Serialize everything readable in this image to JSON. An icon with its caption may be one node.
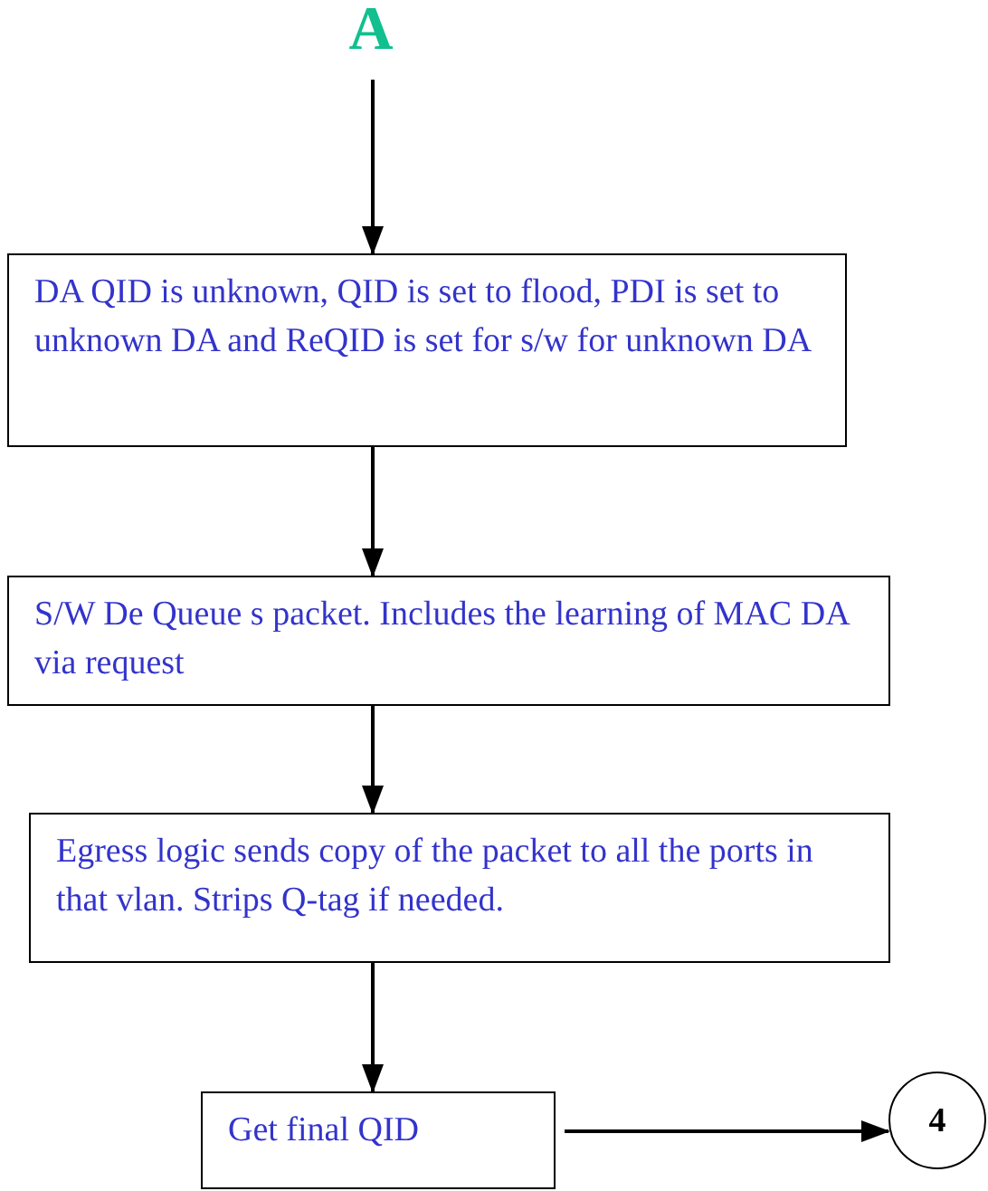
{
  "diagram": {
    "nodes": [
      {
        "text": [
          "A"
        ]
      },
      {
        "text": [
          "DA QID is unknown, QID is set to flood, PDI is set to unknown DA and ReQID is set for s/w for unknown DA"
        ]
      },
      {
        "text": [
          "S/W De Queue s packet. Includes the learning of MAC DA via request"
        ]
      },
      {
        "text": [
          "Egress logic sends copy of the packet to all the ports in that vlan. Strips Q-tag if needed."
        ]
      },
      {
        "text": [
          "Get final QID"
        ]
      },
      {
        "text": [
          "4"
        ]
      }
    ],
    "edges": [
      {
        "from": 0,
        "to": 1,
        "arrow": "to"
      },
      {
        "from": 1,
        "to": 2,
        "arrow": "to"
      },
      {
        "from": 2,
        "to": 3,
        "arrow": "to"
      },
      {
        "from": 3,
        "to": 4,
        "arrow": "to"
      },
      {
        "from": 4,
        "to": 5,
        "arrow": "to"
      }
    ]
  }
}
